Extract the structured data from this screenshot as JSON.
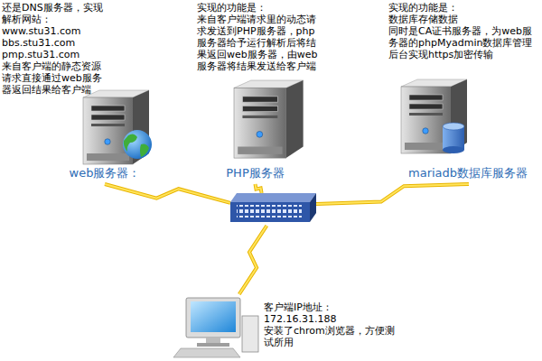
{
  "diagram": {
    "nodes": [
      {
        "text": [
          "还是DNS服务器，实现解析网站：",
          "www.stu31.com",
          "bbs.stu31.com",
          "pmp.stu31.com",
          "来自客户端的静态资源请求直接通过web服务器返回结果给客户端",
          "web服务器："
        ]
      },
      {
        "text": [
          "实现的功能是：",
          "来自客户端请求里的动态请求发送到PHP服务器，php服务器给予运行解析后将结果返回web服务器，由web服务器将结果发送给客户端",
          "PHP服务器"
        ]
      },
      {
        "text": [
          "实现的功能是：",
          "数据库存储数据",
          "同时是CA证书服务器，为web服务器的phpMyadmin数据库管理后台实现https加密传输",
          "mariadb数据库服务器"
        ]
      },
      {
        "text": []
      },
      {
        "text": [
          "客户端IP地址：",
          "172.16.31.188",
          "安装了chrom浏览器，方便测试所用"
        ]
      }
    ],
    "edges": [
      {
        "from": 3,
        "to": 0,
        "arrow": "none"
      },
      {
        "from": 3,
        "to": 1,
        "arrow": "none"
      },
      {
        "from": 3,
        "to": 2,
        "arrow": "none"
      },
      {
        "from": 3,
        "to": 4,
        "arrow": "none"
      }
    ]
  }
}
